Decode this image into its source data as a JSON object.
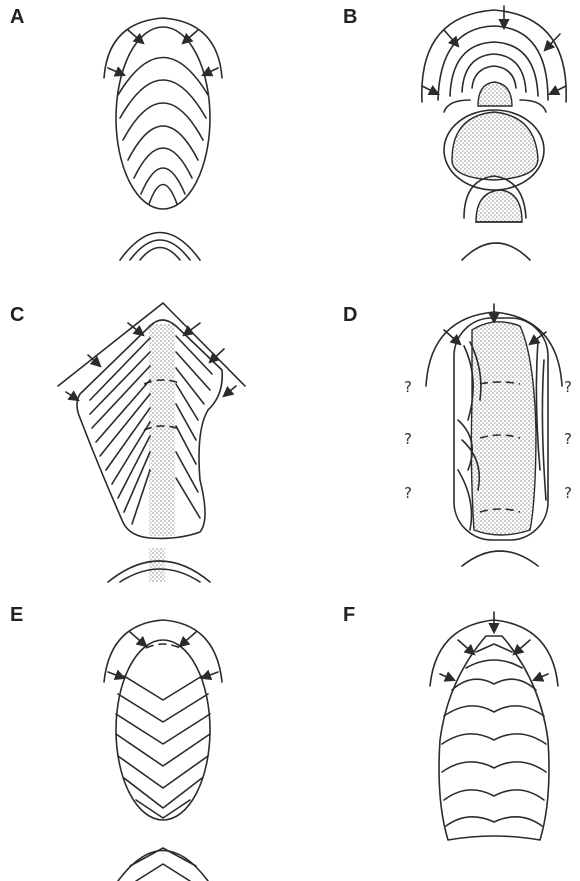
{
  "panels": [
    {
      "label": "A"
    },
    {
      "label": "B"
    },
    {
      "label": "C"
    },
    {
      "label": "D"
    },
    {
      "label": "E"
    },
    {
      "label": "F"
    }
  ],
  "unknown_marker": "?",
  "colors": {
    "line": "#2b2b2b",
    "stipple": "#b9b9b9",
    "background": "#ffffff"
  }
}
